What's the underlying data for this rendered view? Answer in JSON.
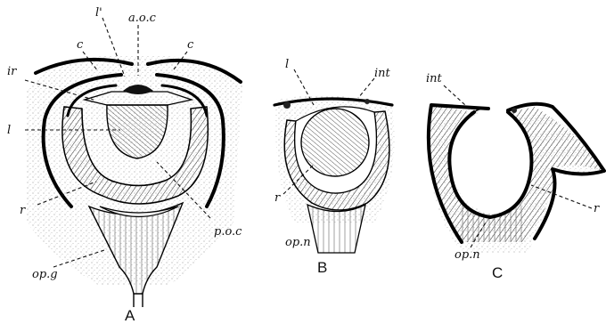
{
  "colors": {
    "ink": "#111111",
    "stipple": "#b5b5b5",
    "paper": "#ffffff"
  },
  "figures": {
    "A": {
      "caption": "A",
      "labels": {
        "l_prime": "l'",
        "aoc": "a.o.c",
        "c_left": "c",
        "c_right": "c",
        "ir": "ir",
        "l": "l",
        "r": "r",
        "poc": "p.o.c",
        "opg": "op.g"
      }
    },
    "B": {
      "caption": "B",
      "labels": {
        "l": "l",
        "int": "int",
        "r": "r",
        "opn": "op.n"
      }
    },
    "C": {
      "caption": "C",
      "labels": {
        "int": "int",
        "r": "r",
        "opn": "op.n"
      }
    }
  }
}
